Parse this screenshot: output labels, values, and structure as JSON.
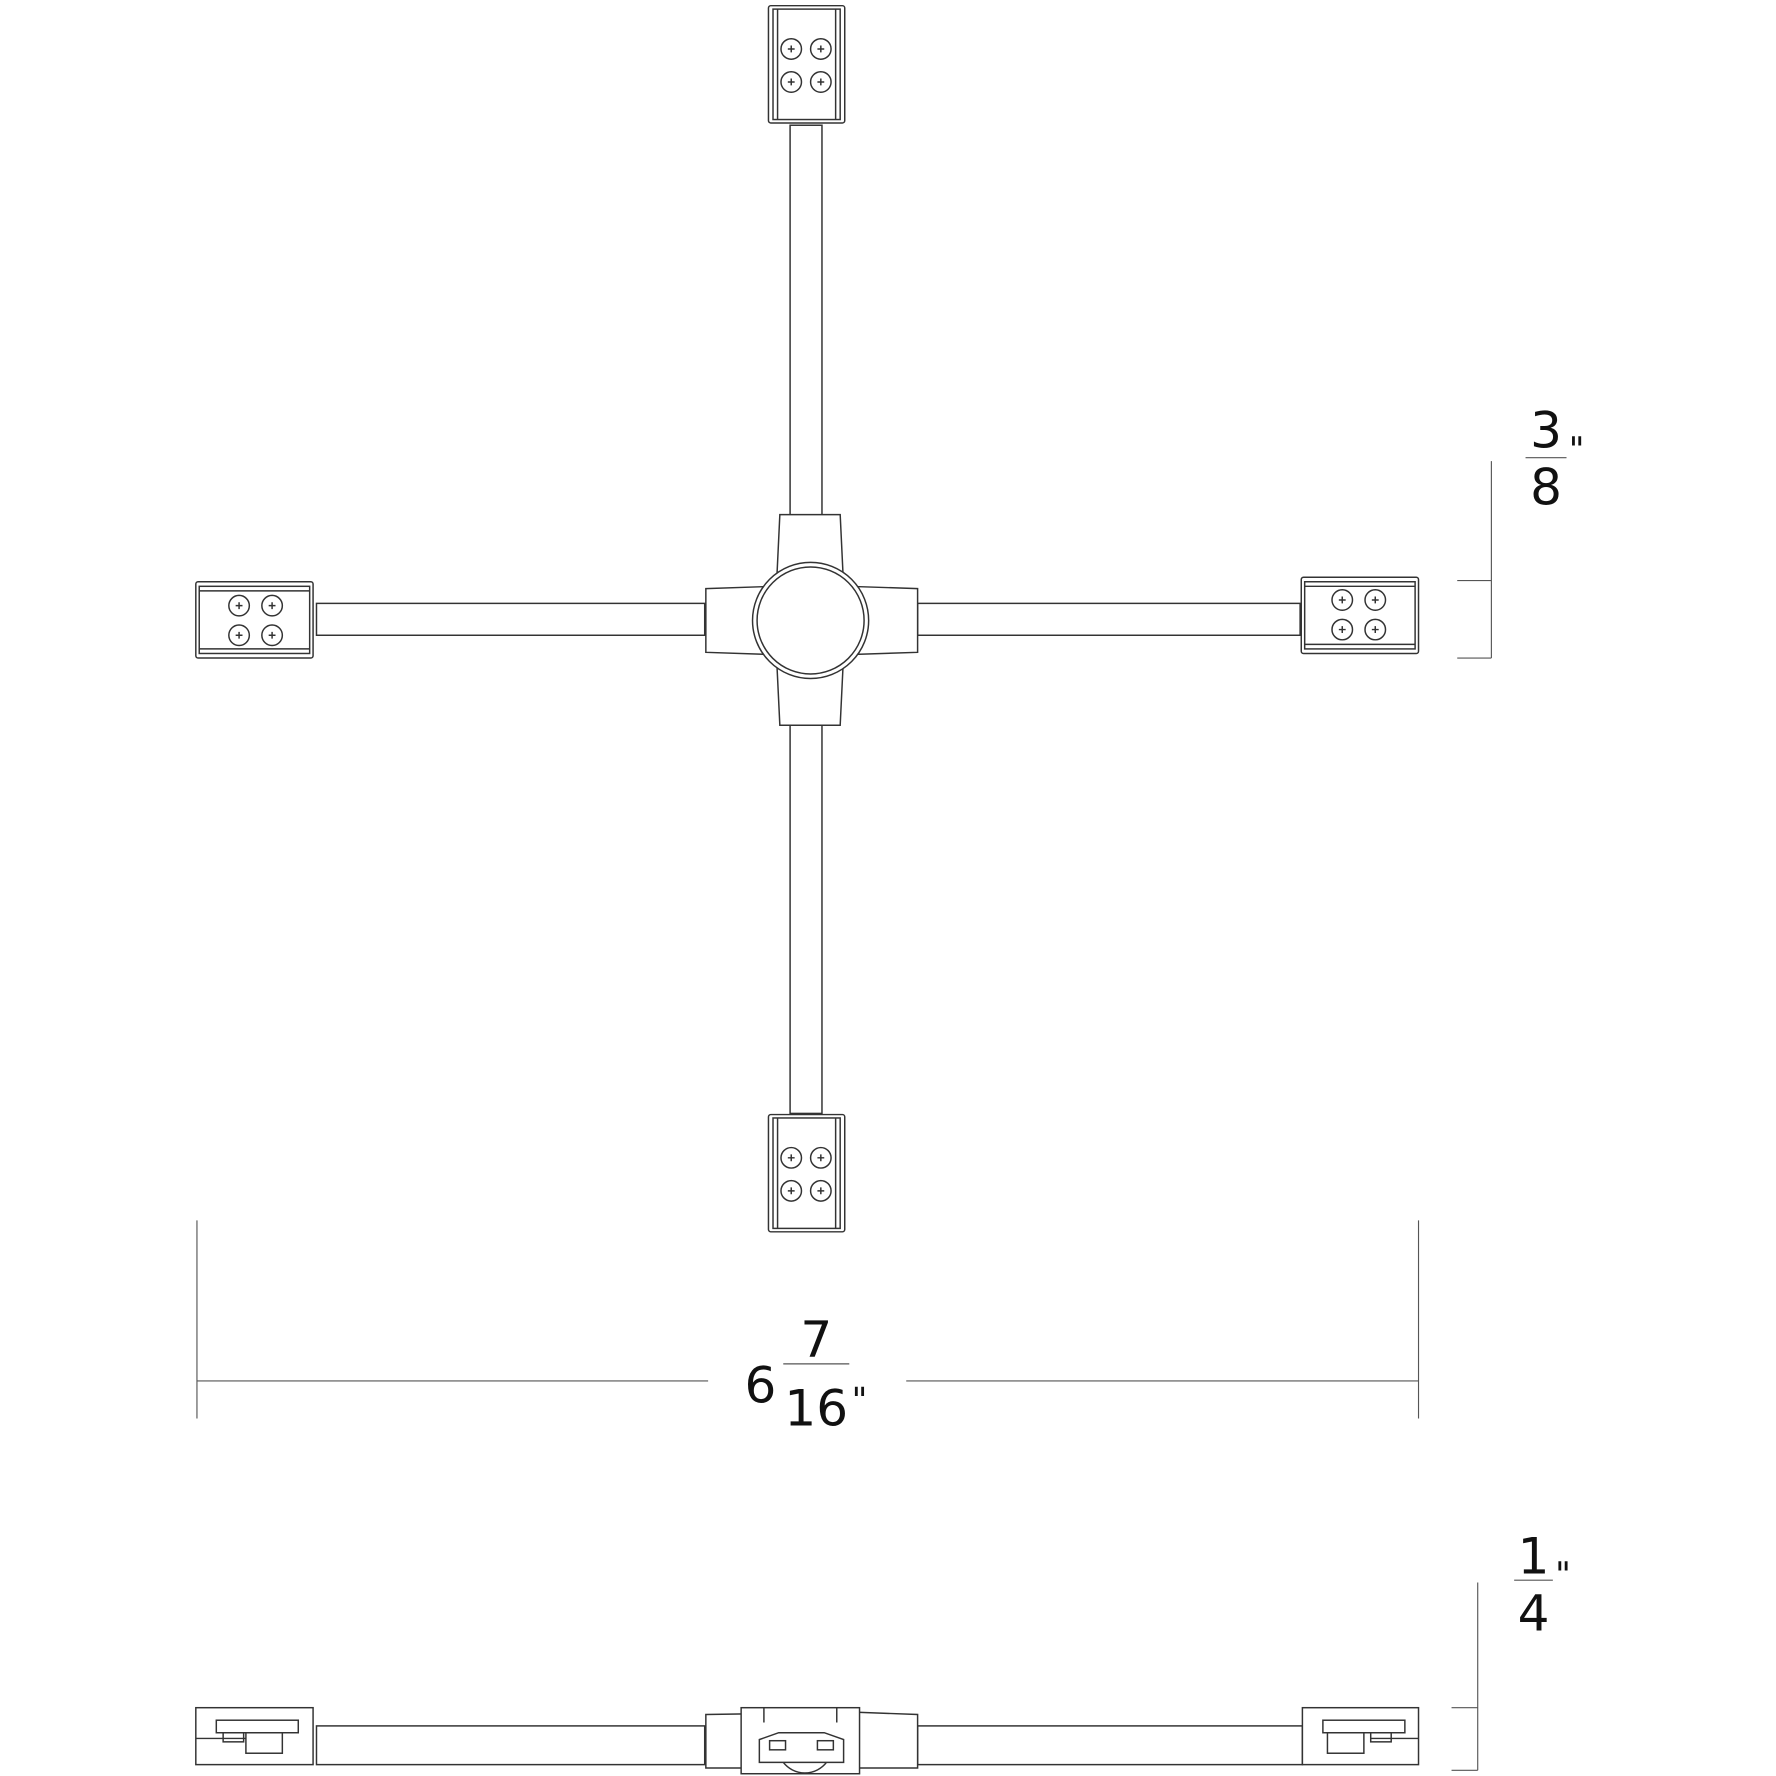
{
  "dimensions": {
    "height_top": {
      "numerator": "3",
      "denominator": "8",
      "unit": "\""
    },
    "width": {
      "whole": "6",
      "numerator": "7",
      "denominator": "16",
      "unit": "\""
    },
    "height_side": {
      "numerator": "1",
      "denominator": "4",
      "unit": "\""
    }
  },
  "colors": {
    "line": "#333333",
    "background": "#ffffff"
  }
}
